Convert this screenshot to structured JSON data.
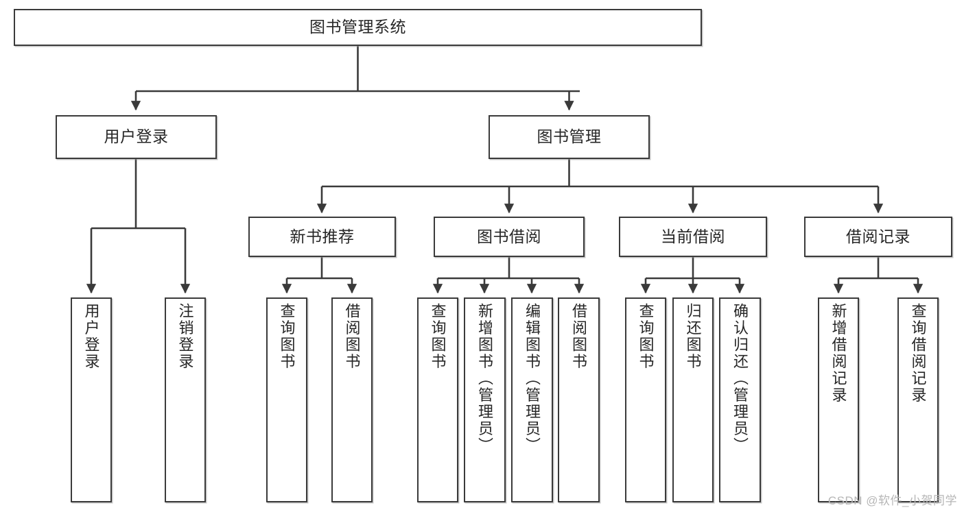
{
  "diagram": {
    "title": "图书管理系统",
    "type": "tree-hierarchy-diagram",
    "root": {
      "label": "图书管理系统"
    },
    "level2": [
      {
        "label": "用户登录"
      },
      {
        "label": "图书管理"
      }
    ],
    "level3": [
      {
        "label": "新书推荐"
      },
      {
        "label": "图书借阅"
      },
      {
        "label": "当前借阅"
      },
      {
        "label": "借阅记录"
      }
    ],
    "leaves_user_login": [
      {
        "label": "用户登录"
      },
      {
        "label": "注销登录"
      }
    ],
    "leaves_new_book": [
      {
        "label": "查询图书"
      },
      {
        "label": "借阅图书"
      }
    ],
    "leaves_borrow": [
      {
        "label": "查询图书"
      },
      {
        "label": "新增图书（管理员）"
      },
      {
        "label": "编辑图书（管理员）"
      },
      {
        "label": "借阅图书"
      }
    ],
    "leaves_current": [
      {
        "label": "查询图书"
      },
      {
        "label": "归还图书"
      },
      {
        "label": "确认归还（管理员）"
      }
    ],
    "leaves_record": [
      {
        "label": "新增借阅记录"
      },
      {
        "label": "查询借阅记录"
      }
    ]
  },
  "watermark": {
    "text": "CSDN @软件_小贺同学"
  },
  "colors": {
    "border": "#3a3a3a",
    "text": "#262626",
    "background": "#ffffff",
    "watermark": "#b6b6b6"
  }
}
